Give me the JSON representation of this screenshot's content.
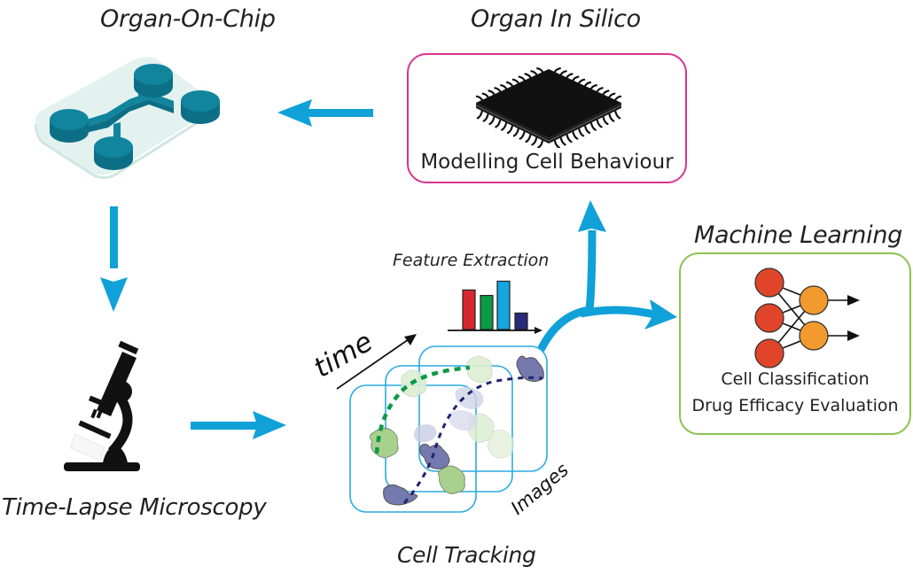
{
  "titles": {
    "organ_on_chip": "Organ-On-Chip",
    "organ_in_silico": "Organ In Silico",
    "machine_learning": "Machine Learning",
    "time_lapse": "Time-Lapse Microscopy",
    "cell_tracking": "Cell Tracking",
    "feature_extraction": "Feature Extraction",
    "time": "time",
    "images": "Images"
  },
  "in_silico_box": {
    "caption": "Modelling Cell Behaviour",
    "border_color": "#d9338f",
    "icon": "microchip-icon"
  },
  "ml_box": {
    "line1": "Cell Classification",
    "line2": "Drug Efficacy Evaluation",
    "border_color": "#8cc152",
    "icon": "neural-network-icon"
  },
  "icons": {
    "chip": "organ-on-chip-icon",
    "microscope": "microscope-icon",
    "features": "bar-chart-icon"
  },
  "colors": {
    "arrow": "#0fa1d8",
    "chip": "#11849e",
    "chip_base": "#e2f1ee",
    "frame": "#29abe2",
    "bars": [
      "#d7262d",
      "#0c9a47",
      "#14a7de",
      "#2a2a7a"
    ],
    "track_green": "#0c9a47",
    "track_navy": "#24236f",
    "input_node": "#e0452a",
    "output_node": "#f29a2e"
  },
  "feature_bars": [
    0.72,
    0.62,
    0.88,
    0.3
  ]
}
